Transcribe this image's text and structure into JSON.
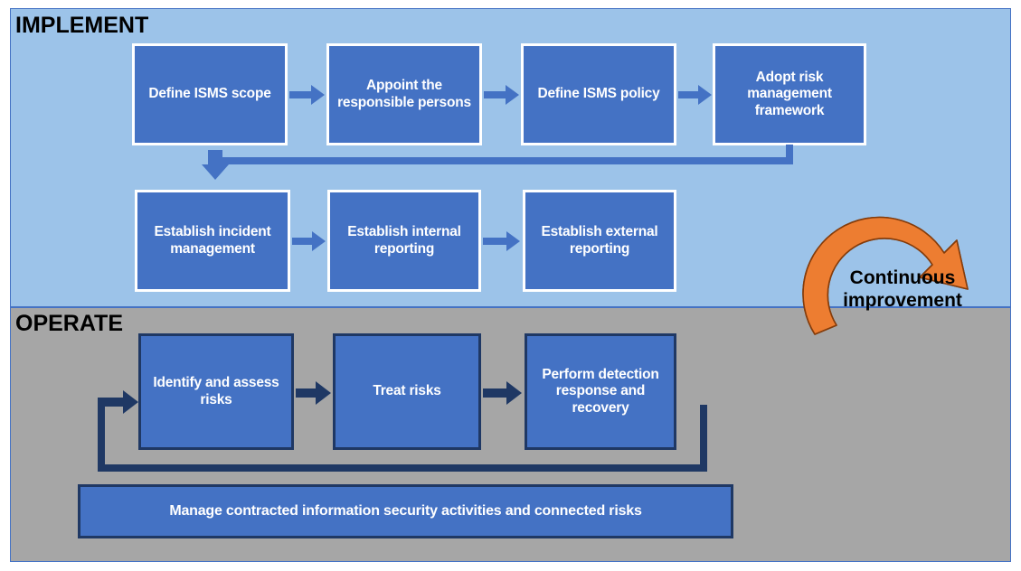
{
  "diagram": {
    "title_implement": "IMPLEMENT",
    "title_operate": "OPERATE",
    "colors": {
      "implement_band": "#9CC3E9",
      "operate_band": "#A6A6A6",
      "box_fill": "#4472C4",
      "box_border_implement": "#FFFFFF",
      "box_border_operate": "#1F3864",
      "arrow_implement": "#4472C4",
      "arrow_operate": "#1F3864",
      "cycle_arrow": "#ED7D31",
      "cycle_arrow_outline": "#843C0B",
      "band_outline": "#4472C4",
      "text_on_box": "#FFFFFF",
      "title_text": "#000000"
    }
  },
  "implement": {
    "row1": [
      {
        "label": "Define ISMS scope"
      },
      {
        "label": "Appoint the responsible persons"
      },
      {
        "label": "Define ISMS policy"
      },
      {
        "label": "Adopt risk management framework"
      }
    ],
    "row2": [
      {
        "label": "Establish incident management"
      },
      {
        "label": "Establish internal reporting"
      },
      {
        "label": "Establish external reporting"
      }
    ]
  },
  "operate": {
    "row1": [
      {
        "label": "Identify and assess risks"
      },
      {
        "label": "Treat risks"
      },
      {
        "label": "Perform detection response and recovery"
      }
    ],
    "bottom_bar": {
      "label": "Manage contracted information security activities and connected risks"
    }
  },
  "cycle": {
    "label_line1": "Continuous",
    "label_line2": "improvement"
  }
}
